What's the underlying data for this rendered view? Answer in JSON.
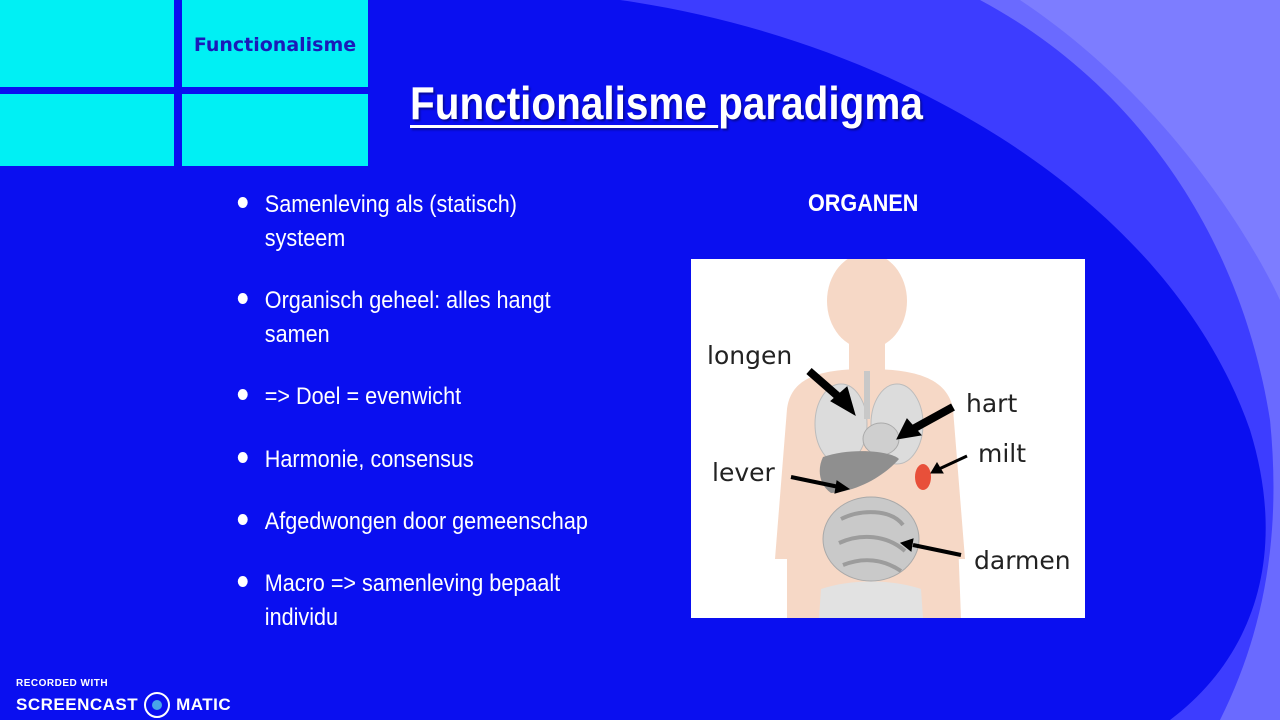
{
  "slide": {
    "corner_tag": "Functionalisme",
    "title_part1": "Functionalisme ",
    "title_part2": "paradigma",
    "bullets": [
      {
        "line1": "Samenleving als  (statisch)",
        "line2": "systeem"
      },
      {
        "line1": "Organisch geheel: alles hangt",
        "line2": "samen"
      },
      {
        "line1": "=> Doel = evenwicht",
        "line2": ""
      },
      {
        "line1": "Harmonie, consensus",
        "line2": ""
      },
      {
        "line1": "Afgedwongen door gemeenschap",
        "line2": ""
      },
      {
        "line1": "Macro => samenleving bepaalt",
        "line2": "individu"
      }
    ],
    "figure_heading": "ORGANEN",
    "organ_labels": {
      "longen": "longen",
      "hart": "hart",
      "milt": "milt",
      "lever": "lever",
      "darmen": "darmen"
    }
  },
  "watermark": {
    "recorded_with": "RECORDED WITH",
    "brand_left": "SCREENCAST",
    "brand_right": "MATIC"
  },
  "colors": {
    "background": "#0a0ff0",
    "swoosh": "#5a5cff",
    "tiles": "#00f0f4",
    "tag_text": "#1a1ab8"
  }
}
